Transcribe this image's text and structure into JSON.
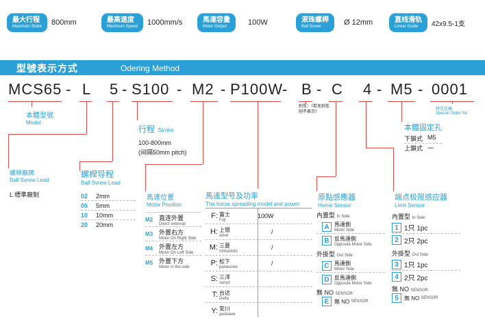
{
  "specs": [
    {
      "cn": "最大行程",
      "en": "Maximum Stoke",
      "value": "800mm"
    },
    {
      "cn": "最高速度",
      "en": "Maximum Speed",
      "value": "1000mm/s"
    },
    {
      "cn": "馬達容量",
      "en": "Motor Output",
      "value": "100W"
    },
    {
      "cn": "滚珠螺桿",
      "en": "Ball Screw",
      "value": "Ø 12mm"
    },
    {
      "cn": "直线滑轨",
      "en": "Linear Guide",
      "value": "42x9.5-1支"
    }
  ],
  "header": {
    "title": "型號表示方式",
    "subtitle": "Odering Method"
  },
  "code": {
    "p1": "MCS65",
    "d1": "-",
    "p2": "L",
    "p3": "5",
    "d2": "-",
    "p4": "S100",
    "d3": "-",
    "p5": "M2",
    "d4": "-",
    "p6": "P100W",
    "d5": "-",
    "p7": "B",
    "d6": "-",
    "p8": "C",
    "p9": "4",
    "d7": "-",
    "p10": "M5",
    "d8": "-",
    "p11": "0001"
  },
  "model": {
    "cn": "本體型號",
    "en": "Model"
  },
  "lead_label": {
    "cn": "螺桿廠牌",
    "en": "Ball Svrew Lead",
    "item": "L 標準廠制"
  },
  "ball_lead": {
    "cn": "螺桿导程",
    "en": "Ball Svrew Lead",
    "rows": [
      [
        "02",
        "2mm"
      ],
      [
        "05",
        "5mm"
      ],
      [
        "10",
        "10mm"
      ],
      [
        "20",
        "20mm"
      ]
    ]
  },
  "stroke": {
    "cn": "行程",
    "en": "Stroke",
    "range": "100-800mm",
    "pitch": "(间隔50mm pitch)"
  },
  "motor_pos": {
    "cn": "馬達位置",
    "en": "Motor Position",
    "rows": [
      {
        "code": "M2",
        "cn": "直连外置",
        "en": "Direct external"
      },
      {
        "code": "M3",
        "cn": "外置右方",
        "en": "Motor On Right Side"
      },
      {
        "code": "M4",
        "cn": "外置左方",
        "en": "Motor On Left Side"
      },
      {
        "code": "M5",
        "cn": "外置下方",
        "en": "Motor in the side"
      }
    ]
  },
  "motor_model": {
    "cn": "馬達型号及功率",
    "en": "The horse spreading model and power",
    "rows": [
      {
        "code": "F:",
        "cn": "富士",
        "en": "Fuji",
        "power": "100W"
      },
      {
        "code": "H:",
        "cn": "上银",
        "en": "silver",
        "power": "/"
      },
      {
        "code": "M:",
        "cn": "三菱",
        "en": "mitsubishi",
        "power": "/"
      },
      {
        "code": "P:",
        "cn": "松下",
        "en": "panasonic",
        "power": "/"
      },
      {
        "code": "S:",
        "cn": "三洋",
        "en": "sanyo",
        "power": ""
      },
      {
        "code": "T:",
        "cn": "台达",
        "en": "Delta",
        "power": ""
      },
      {
        "code": "Y:",
        "cn": "安川",
        "en": "yaskawa",
        "power": ""
      }
    ]
  },
  "brake_note": "刹车：（若无刹车则不表示）",
  "home": {
    "cn": "原點感應器",
    "en": "Home Sensor",
    "inside": "內置型",
    "inside_en": "In Side",
    "outside": "外掛型",
    "outside_en": "Out Side",
    "none": "無 NO",
    "none_en": "SENSOR",
    "rows": [
      {
        "code": "A",
        "cn": "馬達側",
        "en": "Motor Side"
      },
      {
        "code": "B",
        "cn": "反馬達側",
        "en": "Opposite Motor Side"
      },
      {
        "code": "C",
        "cn": "馬達側",
        "en": "Motor Side"
      },
      {
        "code": "D",
        "cn": "反馬達側",
        "en": "Opposite Motor Side"
      },
      {
        "code": "E",
        "cn": "無 NO",
        "en": "SENSOR"
      }
    ]
  },
  "limit": {
    "cn": "端点极限感应器",
    "en": "Limit Sensor",
    "inside": "內置型",
    "inside_en": "In Side",
    "outside": "外掛型",
    "outside_en": "Out Side",
    "none": "無 NO",
    "none_en": "SENSOR",
    "rows": [
      {
        "code": "1",
        "cn": "1只 1pc"
      },
      {
        "code": "2",
        "cn": "2只 2pc"
      },
      {
        "code": "3",
        "cn": "1只 1pc"
      },
      {
        "code": "4",
        "cn": "2只 2pc"
      },
      {
        "code": "5",
        "cn": "無 NO",
        "en": "SENSOR"
      }
    ]
  },
  "special": {
    "cn": "特注式樣",
    "en": "Special Order No"
  },
  "fix_hole": {
    "cn": "本體固定孔",
    "rows": [
      [
        "下鎖式",
        "M5"
      ],
      [
        "上鎖式",
        "一"
      ]
    ]
  }
}
